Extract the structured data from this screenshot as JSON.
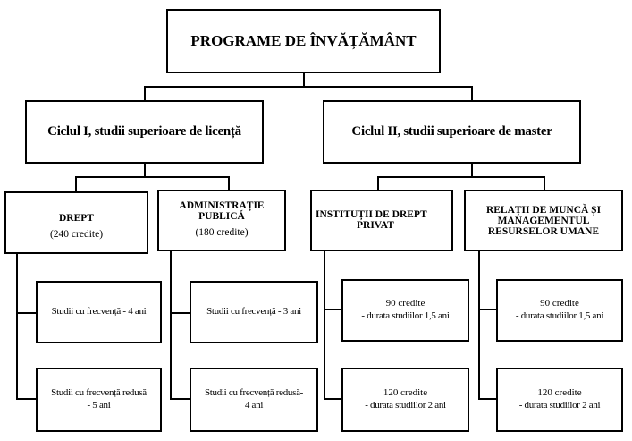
{
  "root": {
    "title": "PROGRAME DE ÎNVĂȚĂMÂNT"
  },
  "cycles": [
    {
      "label": "Ciclul I, studii superioare de licență"
    },
    {
      "label": "Ciclul II, studii superioare de master"
    }
  ],
  "programs": [
    {
      "name": "DREPT",
      "credits": "(240 credite)",
      "options": [
        {
          "line1": "Studii cu frecvență - 4 ani",
          "line2": ""
        },
        {
          "line1": "Studii cu frecvență redusă",
          "line2": "- 5 ani"
        }
      ]
    },
    {
      "name_line1": "ADMINISTRAȚIE",
      "name_line2": "PUBLICĂ",
      "credits": "(180 credite)",
      "options": [
        {
          "line1": "Studii cu frecvență - 3 ani",
          "line2": ""
        },
        {
          "line1": "Studii cu frecvență redusă-",
          "line2": "4 ani"
        }
      ]
    },
    {
      "name_line1": "INSTITUȚII DE DREPT",
      "name_line2": "PRIVAT",
      "options": [
        {
          "line1": "90 credite",
          "line2": "- durata studiilor 1,5 ani"
        },
        {
          "line1": "120 credite",
          "line2": "- durata studiilor 2 ani"
        }
      ]
    },
    {
      "name_line1": "RELAȚII DE MUNCĂ ȘI",
      "name_line2": "MANAGEMENTUL",
      "name_line3": "RESURSELOR UMANE",
      "options": [
        {
          "line1": "90 credite",
          "line2": "- durata studiilor 1,5 ani"
        },
        {
          "line1": "120 credite",
          "line2": "- durata studiilor 2 ani"
        }
      ]
    }
  ]
}
